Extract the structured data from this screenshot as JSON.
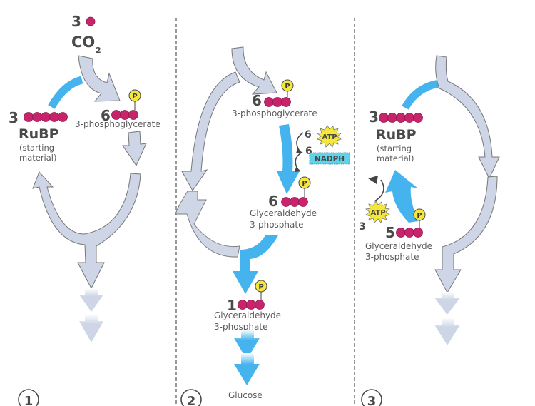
{
  "figure": {
    "title": "Calvin cycle (three phases)",
    "colors": {
      "carbon": "#c8246c",
      "phosphate": "#f5e63a",
      "blue_arrow": "#45b4ee",
      "grey_arrow": "#cdd5e6",
      "nadph": "#5fd3ea",
      "text": "#4a4a4a"
    }
  },
  "panel1": {
    "step_number": "1",
    "co2_count": "3",
    "co2_label": "CO",
    "co2_subscript": "2",
    "rubp_count": "3",
    "rubp_label": "RuBP",
    "rubp_note_line1": "(starting",
    "rubp_note_line2": "material)",
    "pga_count": "6",
    "pga_label": "3-phosphoglycerate",
    "phosphate_symbol": "P"
  },
  "panel2": {
    "step_number": "2",
    "pga_count": "6",
    "pga_label": "3-phosphoglycerate",
    "atp_count": "6",
    "atp_label": "ATP",
    "nadph_count": "6",
    "nadph_label": "NADPH",
    "g3p_count": "6",
    "g3p_label_line1": "Glyceraldehyde",
    "g3p_label_line2": "3-phosphate",
    "output_count": "1",
    "output_label_line1": "Glyceraldehyde",
    "output_label_line2": "3-phosphate",
    "glucose_label": "Glucose",
    "phosphate_symbol": "P"
  },
  "panel3": {
    "step_number": "3",
    "rubp_count": "3",
    "rubp_label": "RuBP",
    "rubp_note_line1": "(starting",
    "rubp_note_line2": "material)",
    "atp_count": "3",
    "atp_label": "ATP",
    "g3p_count": "5",
    "g3p_label_line1": "Glyceraldehyde",
    "g3p_label_line2": "3-phosphate",
    "phosphate_symbol": "P"
  }
}
